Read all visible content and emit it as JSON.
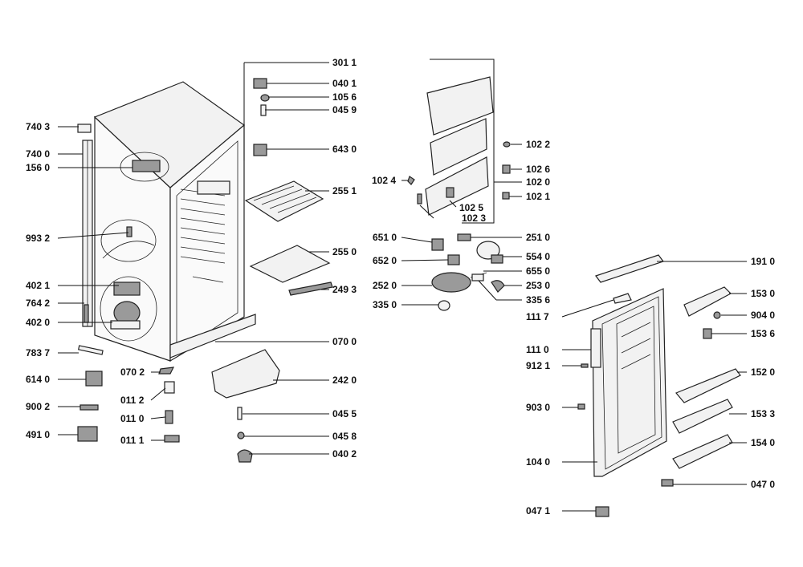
{
  "labels": {
    "p3011": "301 1",
    "p0401": "040 1",
    "p1056": "105 6",
    "p0459": "045 9",
    "p6430": "643 0",
    "p2551": "255 1",
    "p2550": "255 0",
    "p2493": "249 3",
    "p0700": "070 0",
    "p2420": "242 0",
    "p0455": "045 5",
    "p0458": "045 8",
    "p0402": "040 2",
    "p7403": "740 3",
    "p7400": "740 0",
    "p1560": "156 0",
    "p9932": "993 2",
    "p4021": "402 1",
    "p7642": "764 2",
    "p4020": "402 0",
    "p7837": "783 7",
    "p6140": "614 0",
    "p9002": "900 2",
    "p4910": "491 0",
    "p0702": "070 2",
    "p0112": "011 2",
    "p0110": "011 0",
    "p0111": "011 1",
    "p1022": "102 2",
    "p1026": "102 6",
    "p1024": "102 4",
    "p1020": "102 0",
    "p1021": "102 1",
    "p1025": "102 5",
    "p1023": "102 3",
    "p6510": "651 0",
    "p2510": "251 0",
    "p6520": "652 0",
    "p5540": "554 0",
    "p6550": "655 0",
    "p2520": "252 0",
    "p2530": "253 0",
    "p3350": "335 0",
    "p3356": "335 6",
    "p1910": "191 0",
    "p1530": "153 0",
    "p9040": "904 0",
    "p1117": "111 7",
    "p1536": "153 6",
    "p1110": "111 0",
    "p9121": "912 1",
    "p1520": "152 0",
    "p9030": "903 0",
    "p1533": "153 3",
    "p1540": "154 0",
    "p1040": "104 0",
    "p0470": "047 0",
    "p0471": "047 1"
  }
}
